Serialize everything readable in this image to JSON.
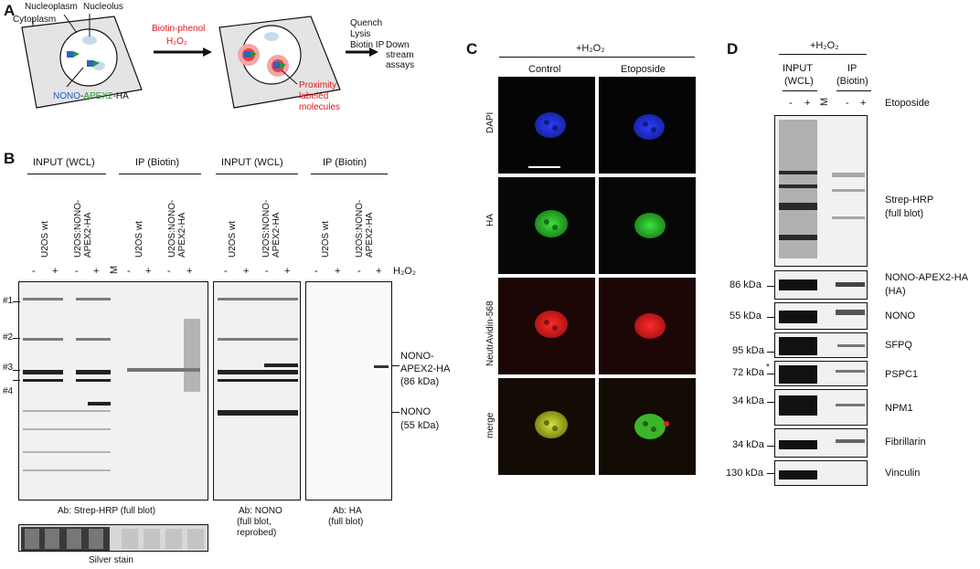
{
  "panelA": {
    "letter": "A",
    "nucleoplasm": "Nucleoplasm",
    "nucleolus": "Nucleolus",
    "cytoplasm": "Cytoplasm",
    "treatment_line1": "Biotin-phenol",
    "treatment_line2": "H₂O₂",
    "proximity_1": "Proximity-",
    "proximity_2": "labeled",
    "proximity_3": "molecules",
    "steps": [
      "Quench",
      "Lysis",
      "Biotin IP"
    ],
    "downstream": [
      "Down",
      "stream",
      "assays"
    ],
    "construct_nono": "NONO",
    "construct_dash1": "-",
    "construct_apex": "APEX2",
    "construct_ha": "-HA"
  },
  "panelB": {
    "letter": "B",
    "group_headers": [
      "INPUT (WCL)",
      "IP (Biotin)",
      "INPUT (WCL)",
      "IP (Biotin)"
    ],
    "lane_labels": [
      "U2OS wt",
      "U2OS:NONO-\nAPEX2-HA",
      "U2OS wt",
      "U2OS:NONO-\nAPEX2-HA",
      "U2OS wt",
      "U2OS:NONO-\nAPEX2-HA",
      "U2OS wt",
      "U2OS:NONO-\nAPEX2-HA"
    ],
    "signs_1": [
      "-",
      "+",
      "-",
      "+",
      "M",
      "-",
      "+",
      "-",
      "+"
    ],
    "signs_2": [
      "-",
      "+",
      "-",
      "+"
    ],
    "signs_3": [
      "-",
      "+",
      "-",
      "+"
    ],
    "h2o2": "H₂O₂",
    "band_markers": [
      "#1",
      "#2",
      "#3",
      "#4"
    ],
    "band_nono_apex_1": "NONO-",
    "band_nono_apex_2": "APEX2-HA",
    "band_nono_apex_3": "(86 kDa)",
    "band_nono_1": "NONO",
    "band_nono_2": "(55 kDa)",
    "captions": {
      "strep": "Ab: Strep-HRP (full blot)",
      "nono_1": "Ab: NONO",
      "nono_2": "(full blot,",
      "nono_3": "reprobed)",
      "ha_1": "Ab: HA",
      "ha_2": "(full blot)",
      "silver": "Silver stain"
    }
  },
  "panelC": {
    "letter": "C",
    "treatment": "+H₂O₂",
    "columns": [
      "Control",
      "Etoposide"
    ],
    "rows": [
      "DAPI",
      "HA",
      "NeutrAvidin-568",
      "merge"
    ]
  },
  "panelD": {
    "letter": "D",
    "treatment": "+H₂O₂",
    "input_1": "INPUT",
    "input_2": "(WCL)",
    "ip_1": "IP",
    "ip_2": "(Biotin)",
    "signs": [
      "-",
      "+",
      "M",
      "-",
      "+"
    ],
    "etoposide": "Etoposide",
    "strep_1": "Strep-HRP",
    "strep_2": "(full blot)",
    "blots": [
      {
        "marker": "86 kDa",
        "name": "NONO-APEX2-HA",
        "sub": "(HA)"
      },
      {
        "marker": "55 kDa",
        "name": "NONO",
        "sub": ""
      },
      {
        "marker": "95 kDa",
        "name": "SFPQ",
        "sub": ""
      },
      {
        "marker": "72 kDa",
        "name": "PSPC1",
        "sub": ""
      },
      {
        "marker": "34 kDa",
        "name": "NPM1",
        "sub": ""
      },
      {
        "marker": "34 kDa",
        "name": "Fibrillarin",
        "sub": ""
      },
      {
        "marker": "130 kDa",
        "name": "Vinculin",
        "sub": ""
      }
    ],
    "star": "*"
  }
}
